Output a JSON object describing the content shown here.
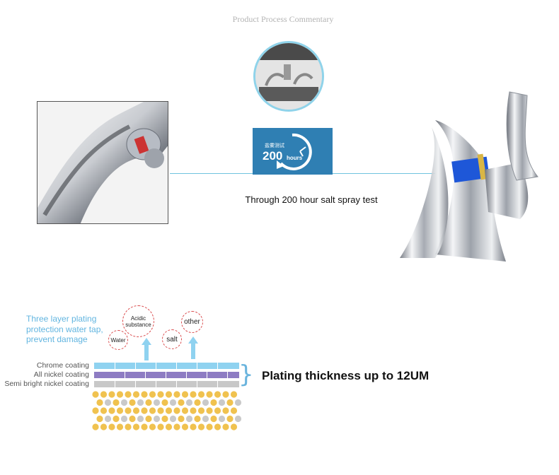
{
  "header": {
    "title": "Product Process Commentary"
  },
  "badge": {
    "cn_text": "盐雾测试",
    "number": "200",
    "unit": "hours",
    "bg_color": "#2f7fb3"
  },
  "caption": "Through 200 hour salt spray test",
  "plating": {
    "note": "Three layer plating protection water tap, prevent damage",
    "bubbles": {
      "acidic": "Acidic substance",
      "other": "other",
      "water": "Water",
      "salt": "salt"
    },
    "layers": [
      "Chrome coating",
      "All nickel coating",
      "Semi bright nickel coating"
    ],
    "thickness": "Plating thickness up to 12UM"
  },
  "colors": {
    "accent": "#6fc3df",
    "chrome": "#8fd2f0",
    "nickel": "#8e7cc3",
    "semi": "#c8c8c8",
    "gold": "#f0c24f",
    "grey": "#c9c9c9"
  }
}
